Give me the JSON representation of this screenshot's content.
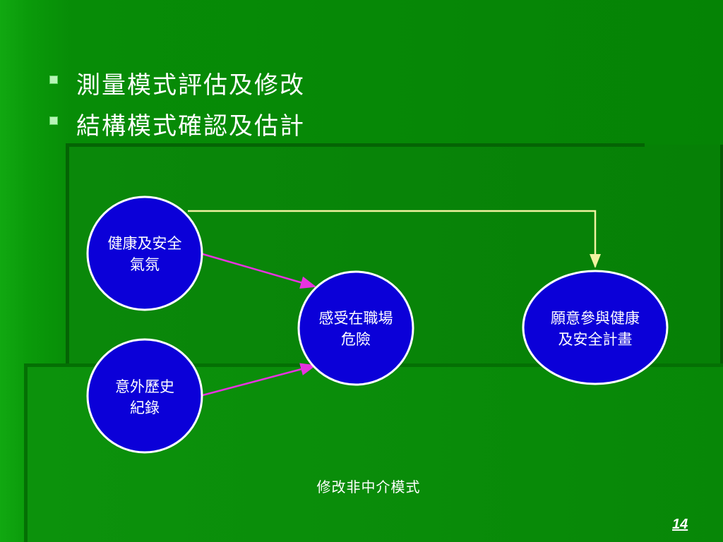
{
  "bullets": [
    {
      "text": "測量模式評估及修改"
    },
    {
      "text": "結構模式確認及估計"
    }
  ],
  "nodes": {
    "climate": {
      "label": "健康及安全\n氣氛"
    },
    "risk": {
      "label": "感受在職場\n危險"
    },
    "willing": {
      "label": "願意參與健康\n及安全計畫"
    },
    "accident": {
      "label": "意外歷史\n紀錄"
    }
  },
  "caption": "修改非中介模式",
  "page_number": "14",
  "colors": {
    "node_fill": "#0b00d8",
    "node_stroke": "#ffffff",
    "arrow_magenta": "#e733e0",
    "arrow_yellow": "#f0f2a0"
  }
}
